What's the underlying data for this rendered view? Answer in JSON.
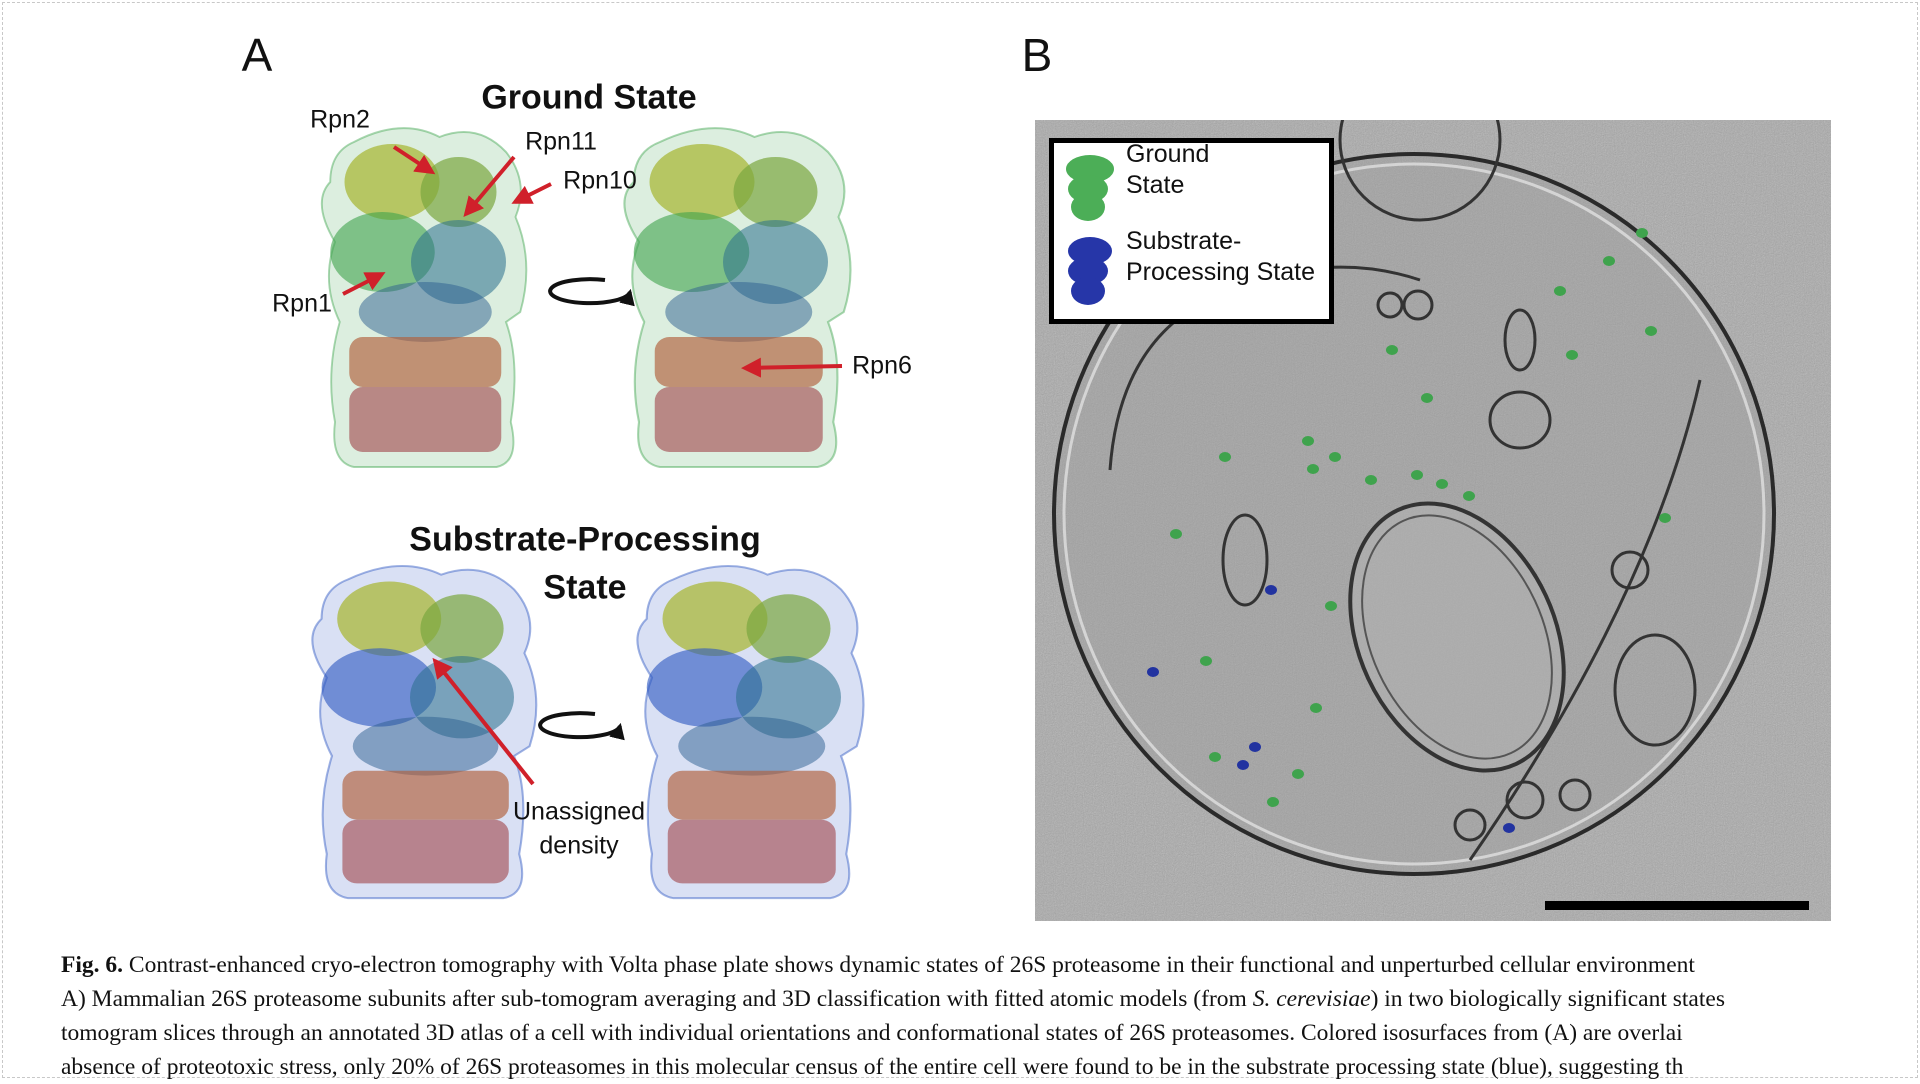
{
  "panels": {
    "a": {
      "letter": "A",
      "ground_title": "Ground State",
      "labels": {
        "rpn2": "Rpn2",
        "rpn11": "Rpn11",
        "rpn10": "Rpn10",
        "rpn1": "Rpn1",
        "rpn6": "Rpn6"
      },
      "substrate_title_line1": "Substrate-Processing",
      "substrate_title_line2": "State",
      "unassigned_line1": "Unassigned",
      "unassigned_line2": "density"
    },
    "b": {
      "letter": "B",
      "legend": {
        "ground_line1": "Ground",
        "ground_line2": "State",
        "substrate_line1": "Substrate-",
        "substrate_line2": "Processing State"
      }
    }
  },
  "colors": {
    "ground": "#3fa34d",
    "substrate": "#2233a0",
    "arrow": "#d0202a"
  },
  "caption": {
    "label": "Fig. 6.",
    "line1": "Contrast-enhanced cryo-electron tomography with Volta phase plate shows dynamic states of 26S proteasome in their functional and unperturbed cellular environment",
    "line2a": "A) Mammalian 26S proteasome subunits after sub-tomogram averaging and 3D classification with fitted atomic models (from ",
    "line2_italic": "S. cerevisiae",
    "line2b": ") in two biologically significant states",
    "line3": "tomogram slices through an annotated 3D atlas of a cell with individual orientations and conformational states of 26S proteasomes. Colored isosurfaces from (A) are overlai",
    "line4": "absence of proteotoxic stress, only 20% of 26S proteasomes in this molecular census of the entire cell were found to be in the substrate processing state (blue), suggesting th"
  }
}
